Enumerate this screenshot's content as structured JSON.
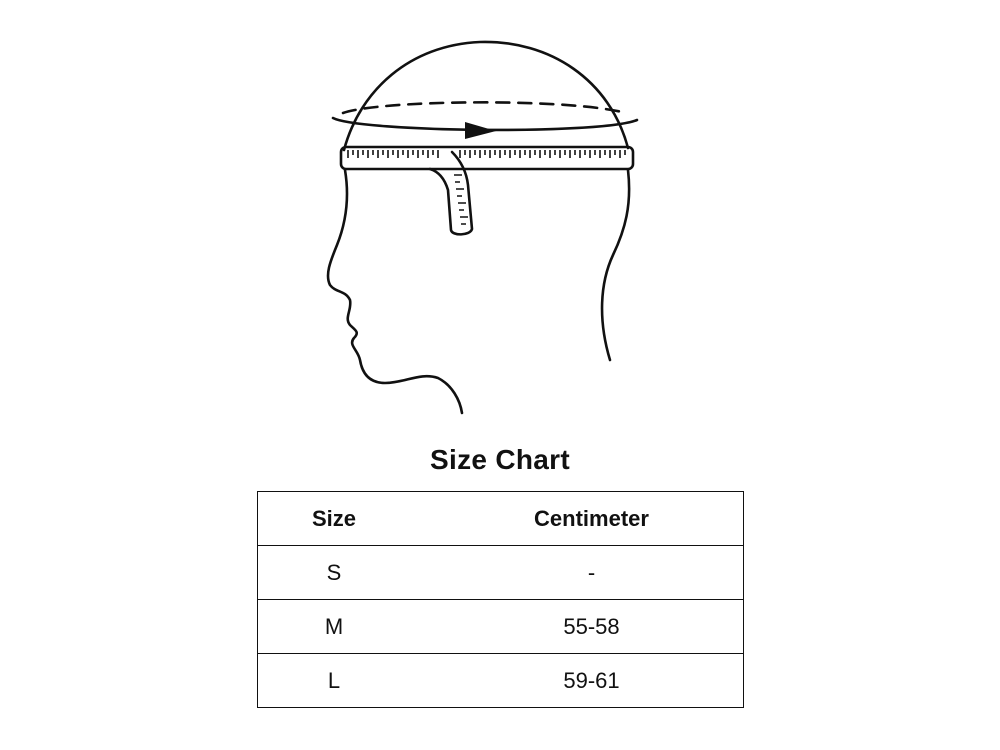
{
  "title": "Size Chart",
  "table": {
    "headers": [
      "Size",
      "Centimeter"
    ],
    "rows": [
      {
        "size": "S",
        "cm": "-"
      },
      {
        "size": "M",
        "cm": "55-58"
      },
      {
        "size": "L",
        "cm": "59-61"
      }
    ]
  },
  "colors": {
    "line": "#111111",
    "background": "#ffffff"
  },
  "icons": {
    "illustration": "head-circumference-measuring-icon"
  }
}
